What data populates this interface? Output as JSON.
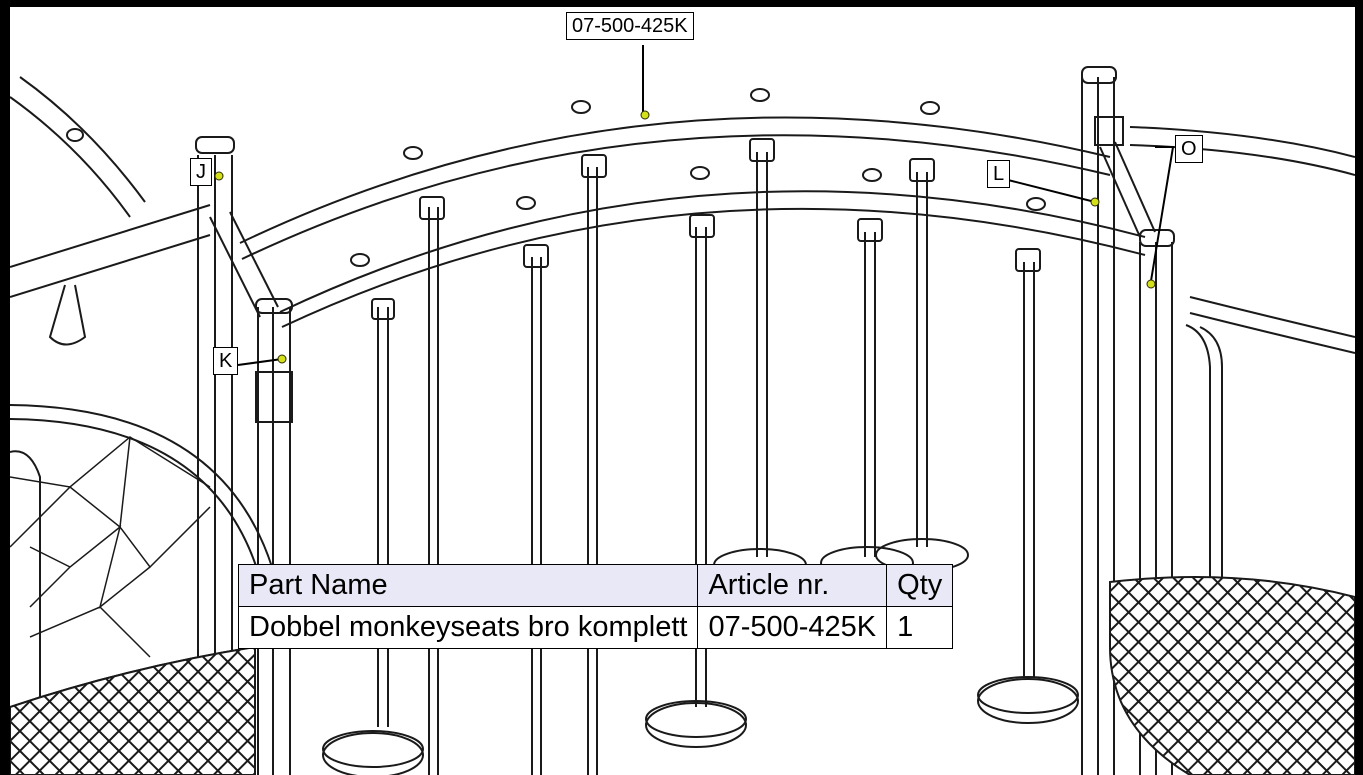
{
  "callouts": {
    "article_top": "07-500-425K",
    "j": "J",
    "k": "K",
    "l": "L",
    "o": "O"
  },
  "table": {
    "headers": [
      "Part Name",
      "Article nr.",
      "Qty"
    ],
    "rows": [
      [
        "Dobbel monkeyseats bro komplett",
        "07-500-425K",
        "1"
      ]
    ]
  },
  "colors": {
    "line": "#1a1a1a",
    "marker": "#d4e01a",
    "header_bg": "#e8e8f6",
    "frame": "#000000"
  }
}
